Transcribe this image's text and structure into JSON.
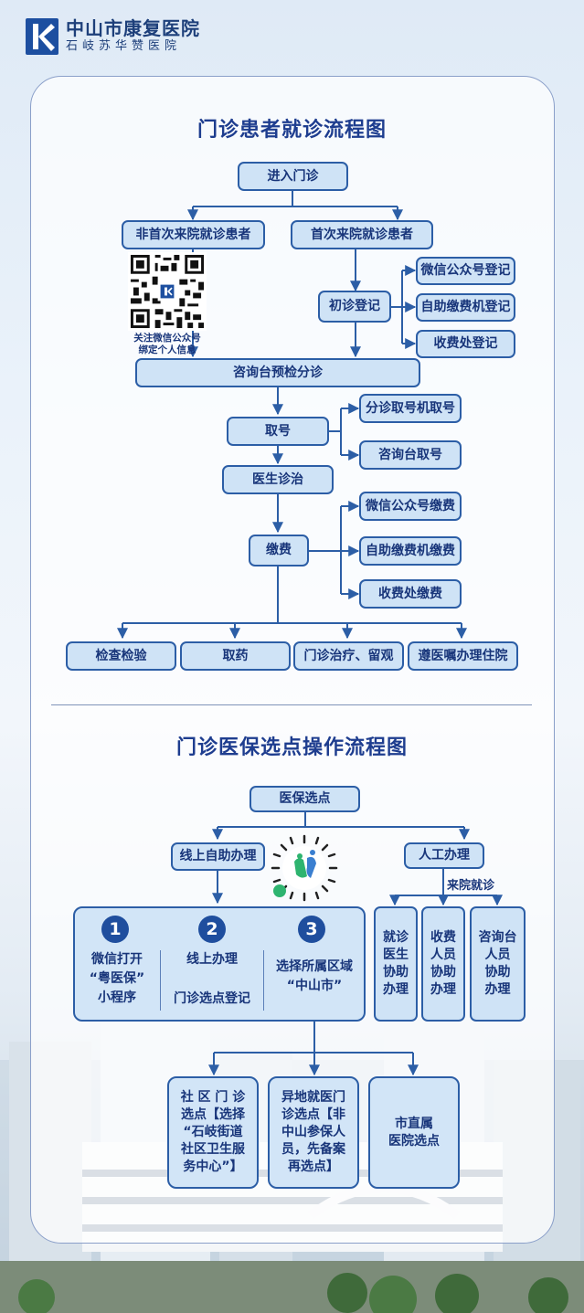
{
  "logo": {
    "name": "中山市康复医院",
    "subname": "石岐苏华赞医院"
  },
  "chart1": {
    "title": "门诊患者就诊流程图",
    "enter": "进入门诊",
    "returning": "非首次来院就诊患者",
    "first": "首次来院就诊患者",
    "qr_caption_1": "关注微信公众号",
    "qr_caption_2": "绑定个人信息",
    "first_register": "初诊登记",
    "reg_options": [
      "微信公众号登记",
      "自助缴费机登记",
      "收费处登记"
    ],
    "triage": "咨询台预检分诊",
    "ticket": "取号",
    "ticket_options": [
      "分诊取号机取号",
      "咨询台取号"
    ],
    "doctor": "医生诊治",
    "pay": "缴费",
    "pay_options": [
      "微信公众号缴费",
      "自助缴费机缴费",
      "收费处缴费"
    ],
    "outcomes": [
      "检查检验",
      "取药",
      "门诊治疗、留观",
      "遵医嘱办理住院"
    ]
  },
  "chart2": {
    "title": "门诊医保选点操作流程图",
    "root": "医保选点",
    "online": "线上自助办理",
    "manual": "人工办理",
    "come_to_hospital": "来院就诊",
    "steps": [
      {
        "num": "1",
        "line1": "微信打开",
        "line2": "“粤医保”",
        "line3": "小程序"
      },
      {
        "num": "2",
        "line1": "线上办理",
        "line2": "门诊选点登记"
      },
      {
        "num": "3",
        "line1": "选择所属区域",
        "line2": "“中山市”"
      }
    ],
    "manual_helpers": [
      [
        "就诊",
        "医生",
        "协助",
        "办理"
      ],
      [
        "收费",
        "人员",
        "协助",
        "办理"
      ],
      [
        "咨询台",
        "人员",
        "协助",
        "办理"
      ]
    ],
    "results": [
      [
        "社 区 门 诊",
        "选点【选择",
        "“石岐街道",
        "社区卫生服",
        "务中心”】"
      ],
      [
        "异地就医门",
        "诊选点【非",
        "中山参保人",
        "员，先备案",
        "再选点】"
      ],
      [
        "市直属",
        "医院选点"
      ]
    ]
  },
  "colors": {
    "primary": "#2c5ea6",
    "box_fill": "#cfe3f6",
    "text": "#18357a"
  }
}
